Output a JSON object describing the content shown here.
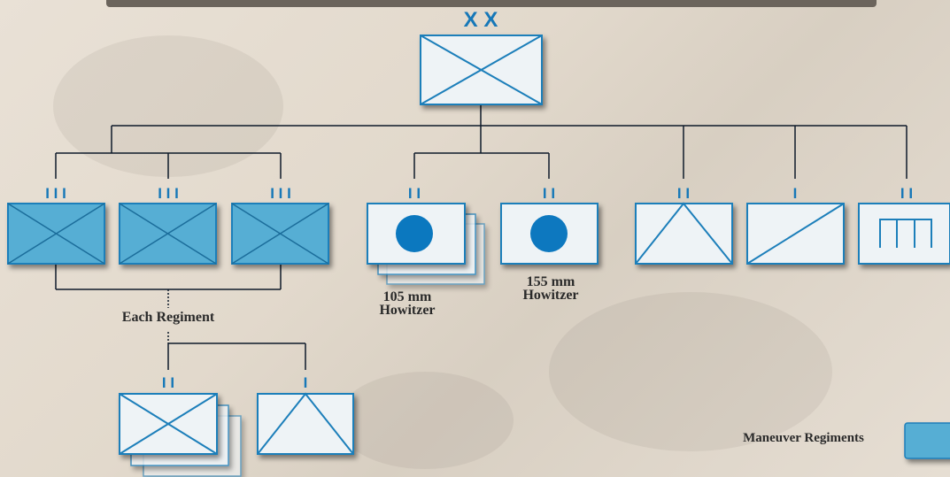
{
  "diagram": {
    "labels": {
      "howitzer_105": [
        "105 mm",
        "Howitzer"
      ],
      "howitzer_155": [
        "155 mm",
        "Howitzer"
      ],
      "each_regiment": "Each Regiment",
      "legend": "Maneuver Regiments"
    },
    "echelons": {
      "division": "X X",
      "regiment": "I I I",
      "battalion": "I I",
      "company": "I"
    },
    "colors": {
      "line": "#0e1a2a",
      "unit_stroke": "#1f7fba",
      "maneuver_fill": "#57aed4",
      "plain_fill": "#eef3f6",
      "circle_fill": "#0b78bf",
      "echelon_text": "#1778b8"
    }
  }
}
